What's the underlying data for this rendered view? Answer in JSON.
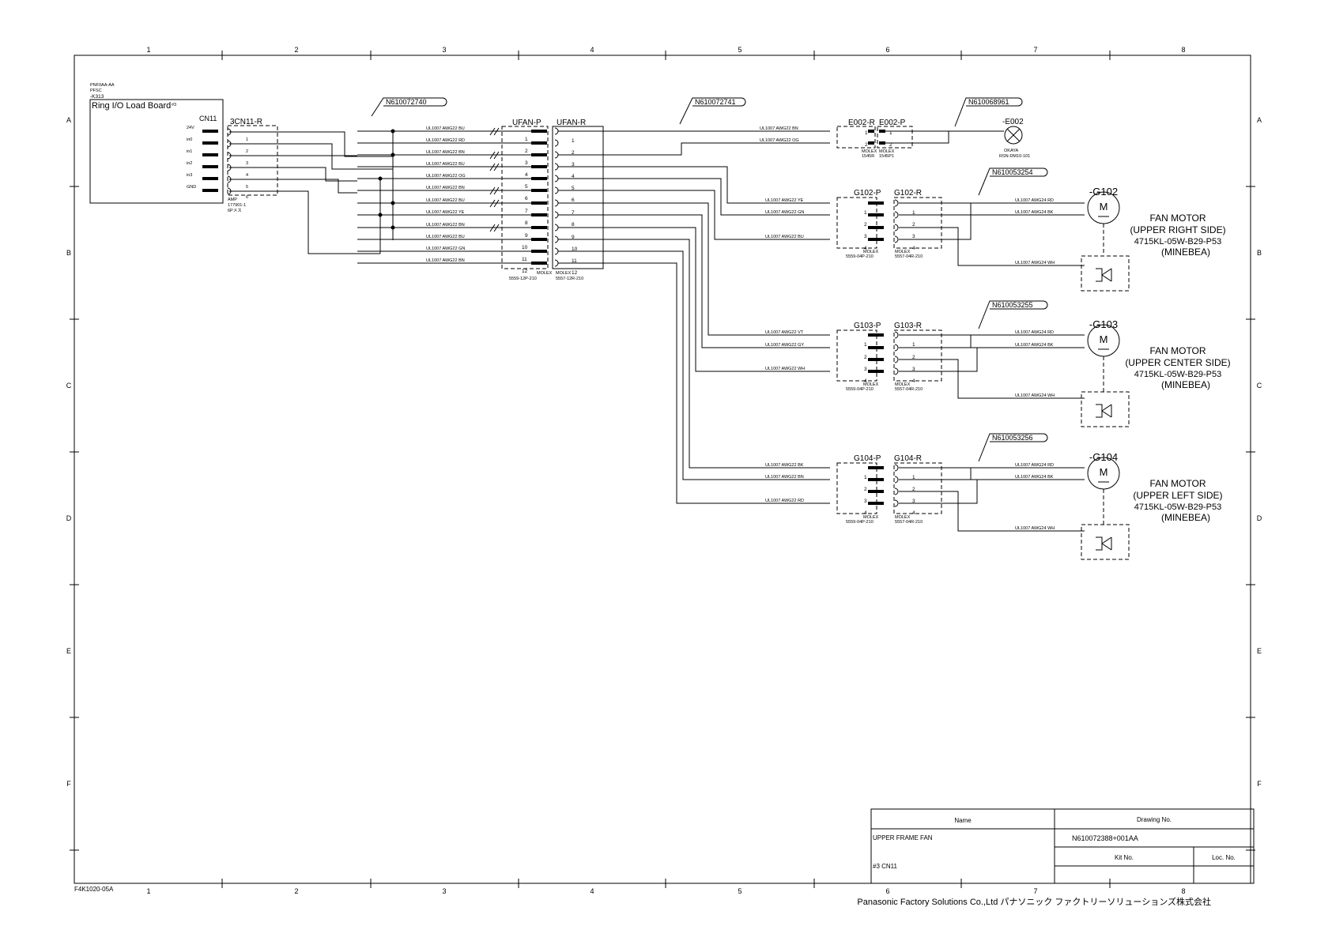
{
  "border": {
    "cols": [
      "1",
      "2",
      "3",
      "4",
      "5",
      "6",
      "7",
      "8"
    ],
    "rows": [
      "A",
      "B",
      "C",
      "D",
      "E",
      "F"
    ]
  },
  "board": {
    "code1": "PNF0AA-AA",
    "code2": "PFSC",
    "code3": "-K313",
    "title": "Ring I/O Load Board",
    "mark": "#3",
    "connector": "CN11",
    "pins": [
      "24V",
      "in0",
      "in1",
      "in2",
      "in3",
      "GND"
    ]
  },
  "cn11r": {
    "label": "3CN11-R",
    "pins": [
      "1",
      "2",
      "3",
      "4",
      "5",
      "6"
    ],
    "maker": "AMP",
    "part": "177901-1",
    "type": "6Pメス"
  },
  "harness_tags": [
    "N610072740",
    "N610072741",
    "N610068961",
    "N610053254",
    "N610053255",
    "N610053256"
  ],
  "ufan": {
    "p_label": "UFAN-P",
    "r_label": "UFAN-R",
    "pins": [
      "1",
      "2",
      "3",
      "4",
      "5",
      "6",
      "7",
      "8",
      "9",
      "10",
      "11",
      "12"
    ],
    "p_maker": "MOLEX",
    "p_part": "5559-12P-210",
    "r_maker": "MOLEX",
    "r_part": "5557-12R-210",
    "wires": [
      "UL1007 AWG22 BU",
      "UL1007 AWG22 RD",
      "UL1007 AWG22 BN",
      "UL1007 AWG22 BU",
      "UL1007 AWG22 OG",
      "UL1007 AWG22 BN",
      "UL1007 AWG22 BU",
      "UL1007 AWG22 YE",
      "UL1007 AWG22 BN",
      "UL1007 AWG22 BU",
      "UL1007 AWG22 GN",
      "UL1007 AWG22 BN"
    ]
  },
  "e002": {
    "r_label": "E002-R",
    "p_label": "E002-P",
    "pins": [
      "1",
      "2"
    ],
    "r_maker": "MOLEX",
    "r_part": "1545R",
    "p_maker": "MOLEX",
    "p_part": "1545P1",
    "lamp": "-E002",
    "lamp_maker": "OKAYA",
    "lamp_part": "RSN-DM10-101",
    "wires": [
      "UL1007 AWG22 BN",
      "UL1007 AWG22 OG"
    ]
  },
  "groups": [
    {
      "p_label": "G102-P",
      "r_label": "G102-R",
      "pins": [
        "1",
        "2",
        "3",
        "4"
      ],
      "p_maker": "MOLEX",
      "p_part": "5559-04P-210",
      "r_maker": "MOLEX",
      "r_part": "5557-04R-210",
      "in_wires": [
        "UL1007 AWG22 YE",
        "UL1007 AWG22 GN",
        "UL1007 AWG22 BU"
      ],
      "out_wires": [
        "UL1007 AWG24 RD",
        "UL1007 AWG24 BK",
        "UL1007 AWG24 WH"
      ],
      "motor_ref": "-G102",
      "motor_symbol": "M",
      "motor_name": "FAN MOTOR",
      "motor_pos": "(UPPER RIGHT SIDE)",
      "motor_part": "4715KL-05W-B29-P53",
      "motor_maker": "(MINEBEA)"
    },
    {
      "p_label": "G103-P",
      "r_label": "G103-R",
      "pins": [
        "1",
        "2",
        "3",
        "4"
      ],
      "p_maker": "MOLEX",
      "p_part": "5559-04P-210",
      "r_maker": "MOLEX",
      "r_part": "5557-04R-210",
      "in_wires": [
        "UL1007 AWG22 VT",
        "UL1007 AWG22 GY",
        "UL1007 AWG22 WH"
      ],
      "out_wires": [
        "UL1007 AWG24 RD",
        "UL1007 AWG24 BK",
        "UL1007 AWG24 WH"
      ],
      "motor_ref": "-G103",
      "motor_symbol": "M",
      "motor_name": "FAN MOTOR",
      "motor_pos": "(UPPER CENTER SIDE)",
      "motor_part": "4715KL-05W-B29-P53",
      "motor_maker": "(MINEBEA)"
    },
    {
      "p_label": "G104-P",
      "r_label": "G104-R",
      "pins": [
        "1",
        "2",
        "3",
        "4"
      ],
      "p_maker": "MOLEX",
      "p_part": "5559-04P-210",
      "r_maker": "MOLEX",
      "r_part": "5557-04R-210",
      "in_wires": [
        "UL1007 AWG22 BK",
        "UL1007 AWG22 BN",
        "UL1007 AWG22 RD"
      ],
      "out_wires": [
        "UL1007 AWG24 RD",
        "UL1007 AWG24 BK",
        "UL1007 AWG24 WH"
      ],
      "motor_ref": "-G104",
      "motor_symbol": "M",
      "motor_name": "FAN MOTOR",
      "motor_pos": "(UPPER LEFT SIDE)",
      "motor_part": "4715KL-05W-B29-P53",
      "motor_maker": "(MINEBEA)"
    }
  ],
  "title_block": {
    "name_header": "Name",
    "drawing_header": "Drawing No.",
    "name_value": "UPPER FRAME FAN",
    "name_sub": "#3 CN11",
    "drawing_value": "N610072388+001AA",
    "kit_header": "Kit No.",
    "loc_header": "Loc. No."
  },
  "form_code": "F4K1020-05A",
  "company": "Panasonic Factory Solutions Co.,Ltd パナソニック ファクトリーソリューションズ株式会社"
}
